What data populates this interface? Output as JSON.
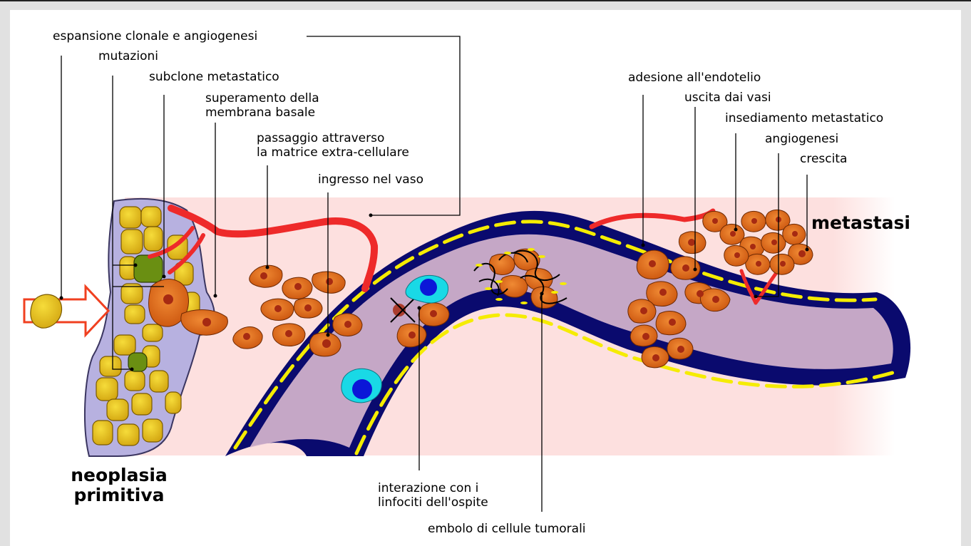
{
  "labels": {
    "espansione": "espansione clonale e angiogenesi",
    "mutazioni": "mutazioni",
    "subclone": "subclone metastatico",
    "superamento_1": "superamento della",
    "superamento_2": "membrana basale",
    "passaggio_1": "passaggio attraverso",
    "passaggio_2": "la matrice extra-cellulare",
    "ingresso": "ingresso nel vaso",
    "adesione": "adesione all'endotelio",
    "uscita": "uscita dai vasi",
    "insediamento": "insediamento metastatico",
    "angiogenesi": "angiogenesi",
    "crescita": "crescita",
    "interazione_1": "interazione con i",
    "interazione_2": "linfociti dell'ospite",
    "embolo": "embolo di cellule tumorali"
  },
  "titles": {
    "metastasi": "metastasi",
    "neoplasia_1": "neoplasia",
    "neoplasia_2": "primitiva"
  },
  "colors": {
    "tissue_pink": "#fde0df",
    "vessel_navy": "#0a0a6e",
    "vessel_lumen": "#d9b8cf",
    "endothelium_yellow": "#f5ec00",
    "tumor_cell": "#e66a16",
    "tumor_nucleus": "#a62a12",
    "normal_cell": "#e8c319",
    "mutated_cell": "#6a8f12",
    "capillary_red": "#ee2a2a",
    "lymphocyte_cyan": "#19d9e6",
    "lymphocyte_nucleus": "#0b17d8",
    "membrane_lavender": "#b7b1e0",
    "arrow_red": "#f04020"
  }
}
